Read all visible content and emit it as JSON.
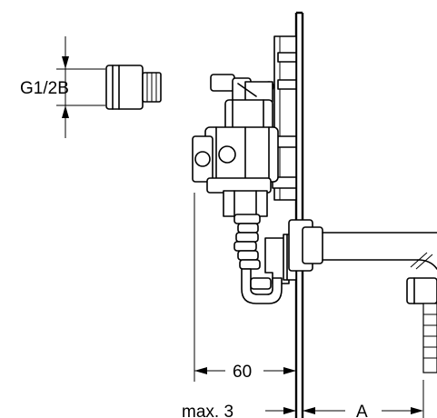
{
  "labels": {
    "thread": "G1/2B",
    "dim_60": "60",
    "dim_max3": "max. 3",
    "dim_a": "A"
  }
}
